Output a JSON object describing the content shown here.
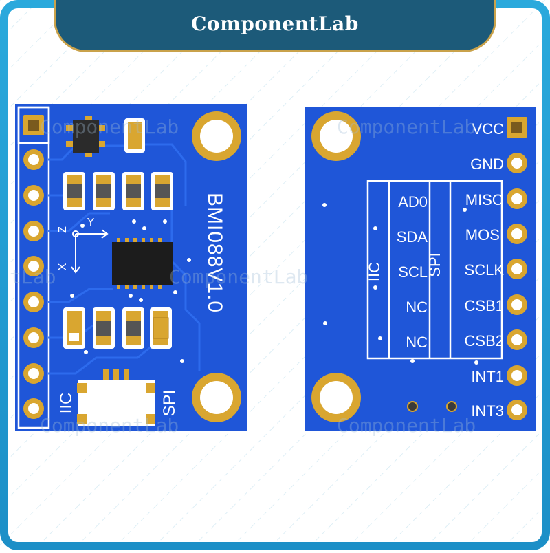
{
  "brand": {
    "title": "ComponentLab"
  },
  "watermark": "ComponentLab",
  "watermark_partial": "tLab",
  "front": {
    "model": "BMI088V1.0",
    "axis_x": "X",
    "axis_y": "Y",
    "axis_z": "Z",
    "jumper_left": "IIC",
    "jumper_right": "SPI"
  },
  "back": {
    "group_iic": "IIC",
    "group_spi": "SPI",
    "iic_pins": [
      "AD0",
      "SDA",
      "SCL",
      "NC",
      "NC"
    ],
    "pins": [
      "VCC",
      "GND",
      "MISO",
      "MOSI",
      "SCLK",
      "CSB1",
      "CSB2",
      "INT1",
      "INT3"
    ]
  },
  "colors": {
    "pcb": "#1f56d8",
    "pad": "#d9a630",
    "banner": "#1c5a79",
    "border": "#1aa3d6"
  }
}
